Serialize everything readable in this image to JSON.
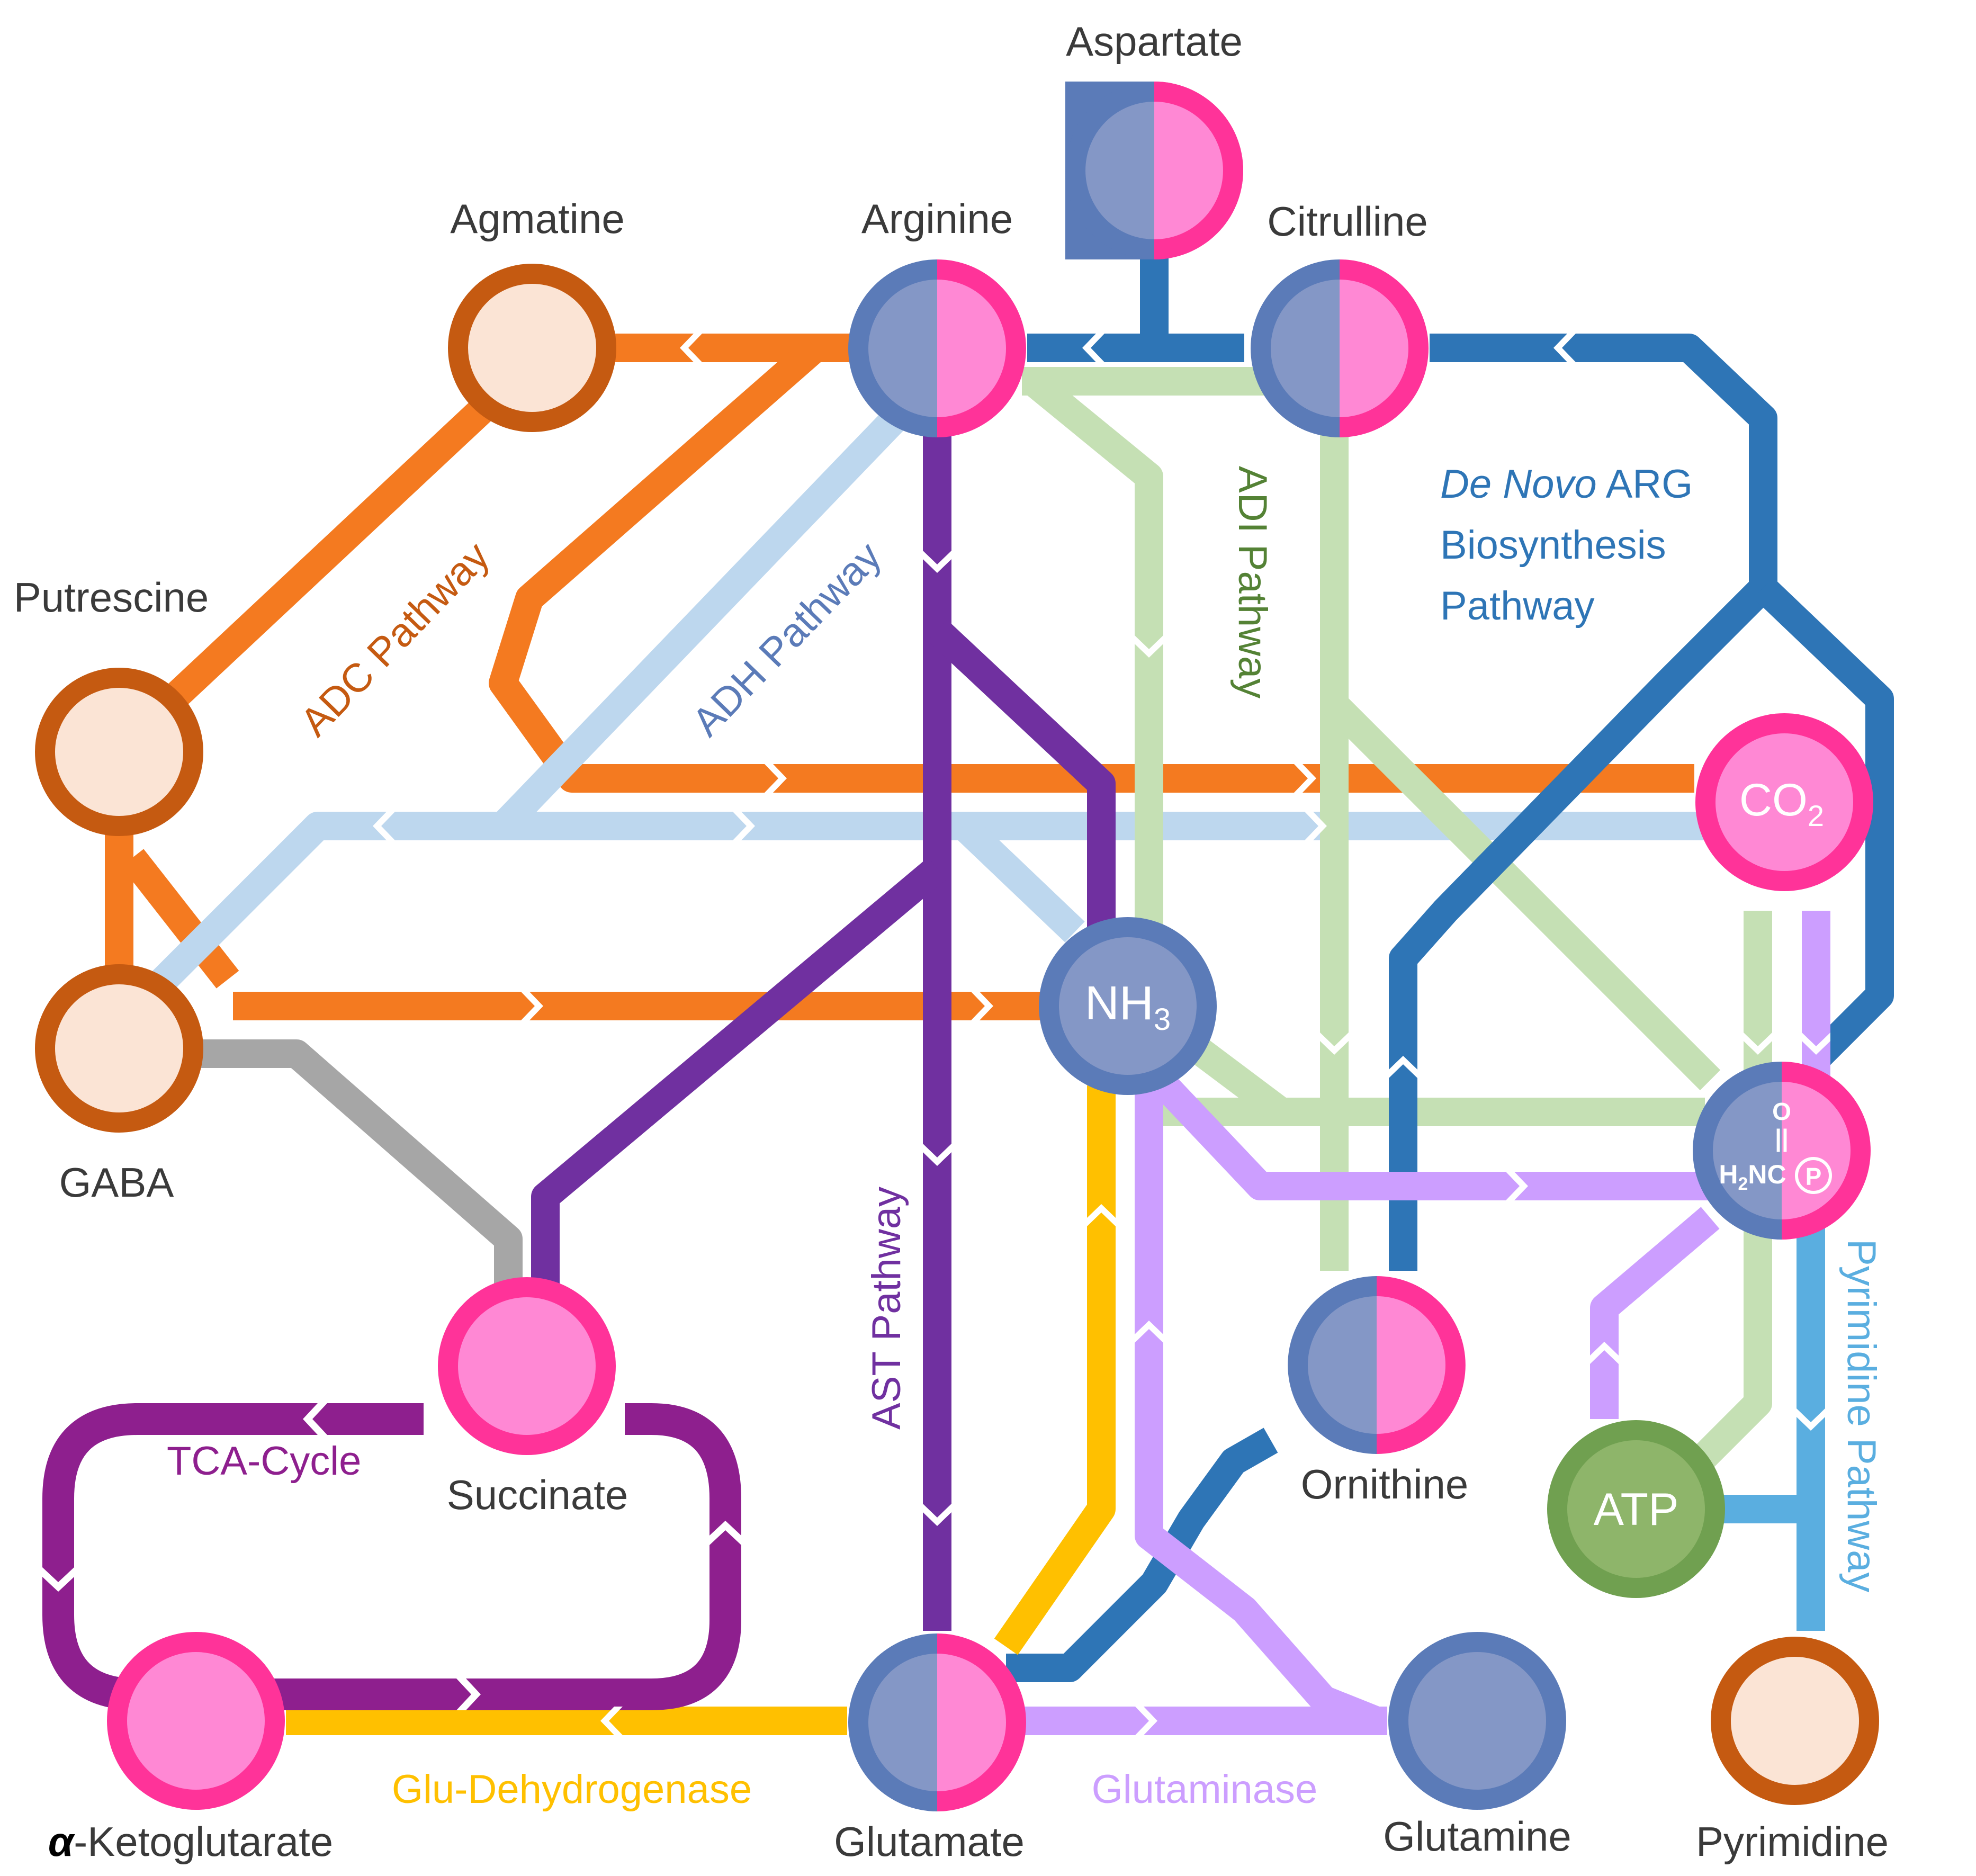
{
  "nodes": {
    "aspartate": "Aspartate",
    "agmatine": "Agmatine",
    "arginine": "Arginine",
    "citrulline": "Citrulline",
    "putrescine": "Putrescine",
    "gaba": "GABA",
    "succinate": "Succinate",
    "ketoglutarate_prefix": "α",
    "ketoglutarate_rest": "-Ketoglutarate",
    "glutamate": "Glutamate",
    "glutamine": "Glutamine",
    "ornithine": "Ornithine",
    "pyrimidine": "Pyrimidine",
    "nh3_main": "NH",
    "nh3_sub": "3",
    "co2_main": "CO",
    "co2_sub": "2",
    "atp": "ATP",
    "carbamoyl_o": "O",
    "carbamoyl_dbl": "||",
    "carbamoyl_h": "H",
    "carbamoyl_sub": "2",
    "carbamoyl_nc": "NC",
    "carbamoyl_p": "P"
  },
  "pathways": {
    "adc": "ADC Pathway",
    "adh": "ADH Pathway",
    "adi": "ADI Pathway",
    "ast": "AST Pathway",
    "denovo_italic": "De Novo",
    "denovo_rest": " ARG",
    "denovo_line2": "Biosynthesis",
    "denovo_line3": "Pathway",
    "pyrimidine": "Pyrimidine Pathway",
    "tca": "TCA-Cycle",
    "glu_dh": "Glu-Dehydrogenase",
    "glutaminase": "Glutaminase"
  },
  "colors": {
    "adc": "#F47A20",
    "adc_node": "#C55A11",
    "adh": "#BDD7EE",
    "adi": "#C5E0B4",
    "ast": "#7030A0",
    "denovo": "#2E75B6",
    "pyrimidine": "#5AAEE0",
    "tca": "#8E1F8E",
    "glu_dh": "#FFC000",
    "glutaminase": "#CC9EFF",
    "gaba_succ": "#A6A6A6",
    "blue_fill": "#8497C6",
    "blue_ring": "#5B7BB8",
    "pink_fill": "#FF88D4",
    "pink_ring": "#FF3399",
    "peach_fill": "#FBE4D5",
    "atp_fill": "#8EB56A",
    "atp_ring": "#70A050"
  }
}
